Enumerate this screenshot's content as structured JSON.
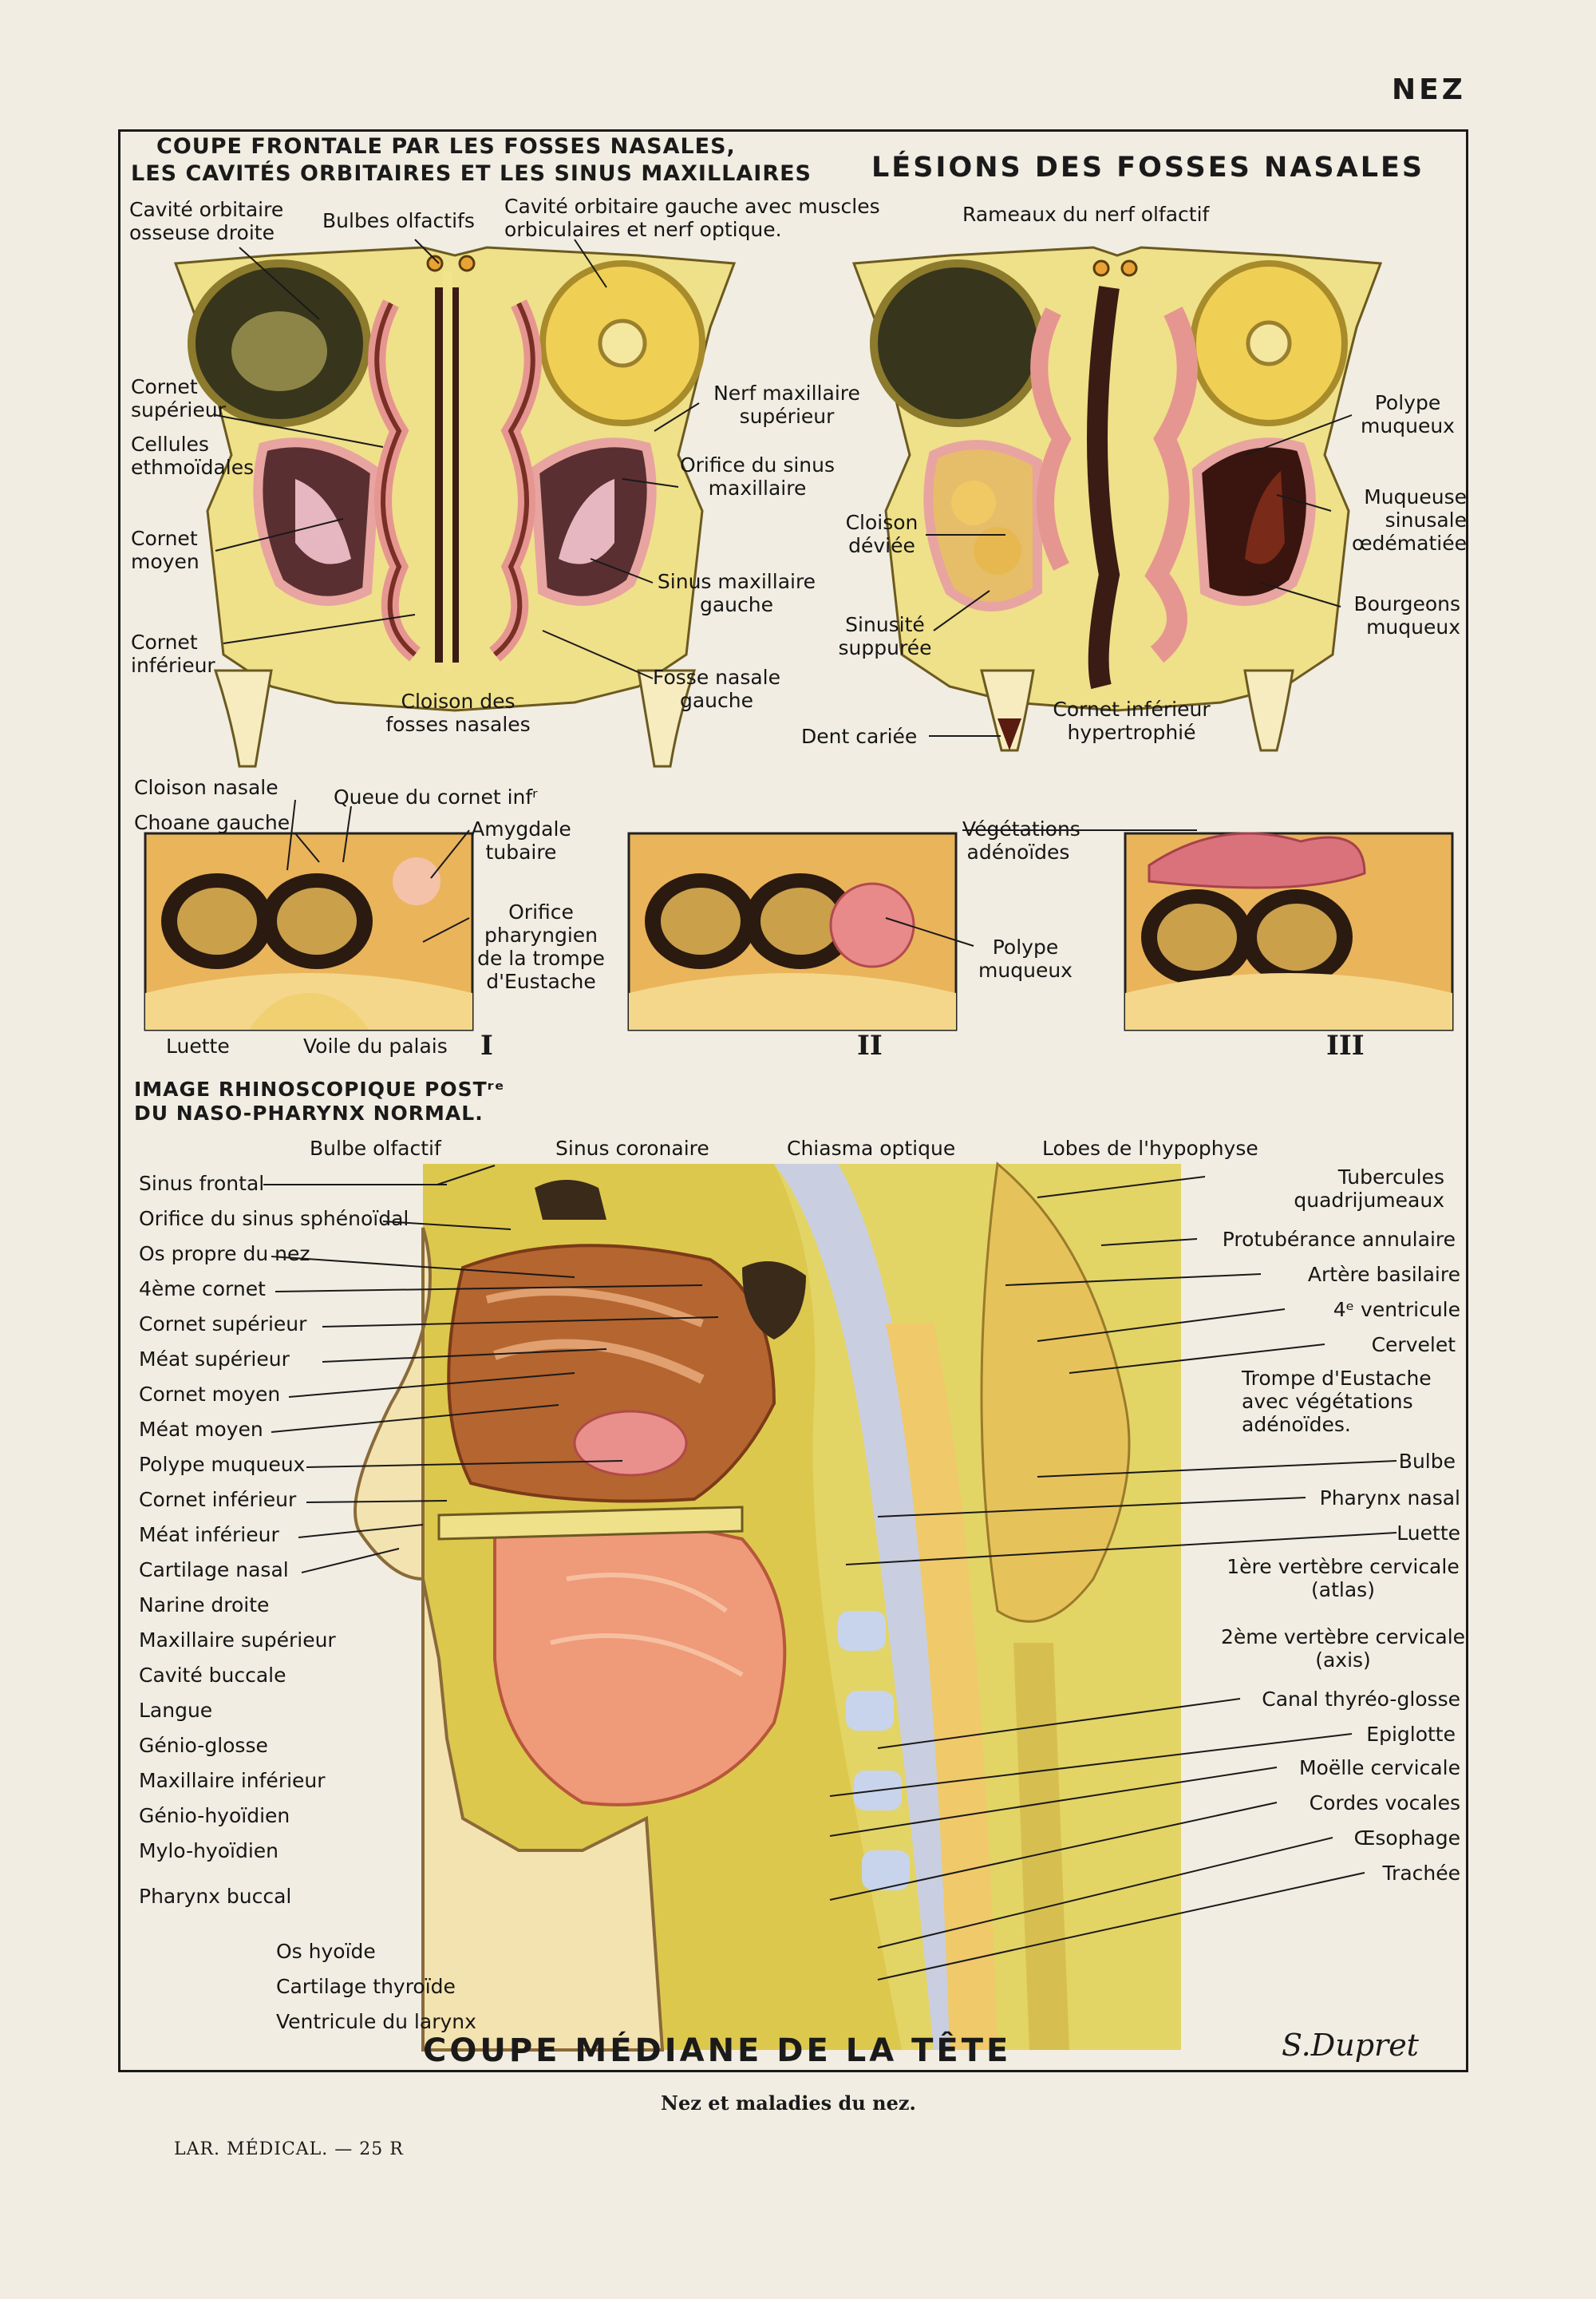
{
  "page_header": "NEZ",
  "frontal": {
    "title_line1": "COUPE FRONTALE PAR LES FOSSES NASALES,",
    "title_line2": "LES CAVITÉS ORBITAIRES ET LES SINUS MAXILLAIRES",
    "labels": {
      "cav_orb_droite": "Cavité orbitaire osseuse droite",
      "bulbes": "Bulbes olfactifs",
      "cav_orb_gauche": "Cavité orbitaire gauche avec muscles orbiculaires et nerf optique.",
      "cornet_sup": "Cornet supérieur",
      "cellules": "Cellules ethmoïdales",
      "cornet_moyen": "Cornet moyen",
      "cornet_inf": "Cornet inférieur",
      "nerf_max": "Nerf maxillaire supérieur",
      "orifice_sinus": "Orifice du sinus maxillaire",
      "sinus_max": "Sinus maxillaire gauche",
      "fosse_nasale": "Fosse nasale gauche",
      "cloison": "Cloison des fosses nasales"
    }
  },
  "lesions": {
    "title": "LÉSIONS DES FOSSES NASALES",
    "labels": {
      "rameaux": "Rameaux du nerf olfactif",
      "polype": "Polype muqueux",
      "muqueuse": "Muqueuse sinusale œdématiée",
      "bourgeons": "Bourgeons muqueux",
      "cloison_deviee": "Cloison déviée",
      "sinusite": "Sinusité suppurée",
      "dent": "Dent cariée",
      "cornet_hyp": "Cornet inférieur hypertrophié"
    }
  },
  "rhino": {
    "title_line1": "IMAGE RHINOSCOPIQUE POSTʳᵉ",
    "title_line2": "DU NASO-PHARYNX NORMAL.",
    "panel_numbers": [
      "I",
      "II",
      "III"
    ],
    "labels": {
      "cloison_nasale": "Cloison nasale",
      "choane": "Choane gauche",
      "queue": "Queue du cornet infʳ",
      "amygdale": "Amygdale tubaire",
      "orifice_ph": "Orifice pharyngien de la trompe d'Eustache",
      "luette": "Luette",
      "voile": "Voile du palais",
      "polype2": "Polype muqueux",
      "vegetations": "Végétations adénoïdes"
    }
  },
  "median": {
    "title": "COUPE MÉDIANE DE LA TÊTE",
    "signature": "S.Dupret",
    "top_labels": [
      "Bulbe olfactif",
      "Sinus coronaire",
      "Chiasma optique",
      "Lobes de l'hypophyse"
    ],
    "left_labels": [
      "Sinus frontal",
      "Orifice du sinus sphénoïdal",
      "Os propre du nez",
      "4ème cornet",
      "Cornet supérieur",
      "Méat supérieur",
      "Cornet moyen",
      "Méat moyen",
      "Polype muqueux",
      "Cornet inférieur",
      "Méat inférieur",
      "Cartilage nasal",
      "Narine droite",
      "Maxillaire supérieur",
      "Cavité buccale",
      "Langue",
      "Génio-glosse",
      "Maxillaire inférieur",
      "Génio-hyoïdien",
      "Mylo-hyoïdien",
      "Pharynx buccal"
    ],
    "bottom_labels": [
      "Os hyoïde",
      "Cartilage thyroïde",
      "Ventricule du larynx"
    ],
    "right_labels": [
      "Tubercules quadrijumeaux",
      "Protubérance annulaire",
      "Artère basilaire",
      "4ᵉ ventricule",
      "Cervelet",
      "Trompe d'Eustache avec végétations adénoïdes.",
      "Bulbe",
      "Pharynx nasal",
      "Luette",
      "1ère vertèbre cervicale (atlas)",
      "2ème vertèbre cervicale (axis)",
      "Canal thyréo-glosse",
      "Epiglotte",
      "Moëlle cervicale",
      "Cordes vocales",
      "Œsophage",
      "Trachée"
    ]
  },
  "caption": "Nez et maladies du nez.",
  "footer": "LAR. MÉDICAL. — 25 R",
  "colors": {
    "paper": "#f1ede2",
    "bone_yellow": "#efe08a",
    "mucosa_pink": "#f0a6a0",
    "orange": "#e7b457",
    "tissue_brown": "#b5652f",
    "bg_yellow": "#e6d86a"
  }
}
